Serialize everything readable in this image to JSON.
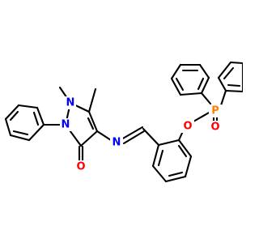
{
  "molecule": {
    "atoms": {
      "n1": {
        "symbol": "N",
        "color": "#0000ff"
      },
      "n2": {
        "symbol": "N",
        "color": "#0000ff"
      },
      "n_imine": {
        "symbol": "N",
        "color": "#0000ff"
      },
      "o_carbonyl": {
        "symbol": "O",
        "color": "#ff0000"
      },
      "o_ether": {
        "symbol": "O",
        "color": "#ff0000"
      },
      "o_phosphoryl": {
        "symbol": "O",
        "color": "#ff0000"
      },
      "p": {
        "symbol": "P",
        "color": "#ff8000"
      }
    },
    "bond_color": "#000000"
  }
}
